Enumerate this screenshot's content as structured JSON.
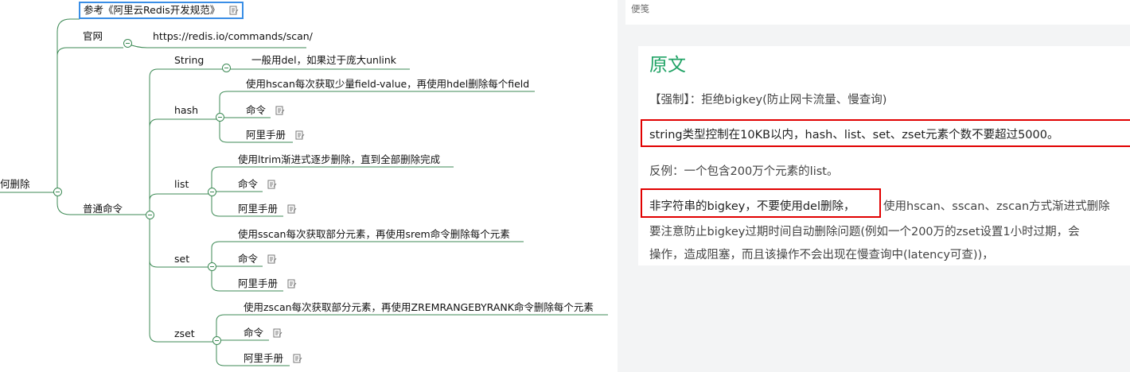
{
  "mindmap": {
    "root_label": "何删除",
    "ref_node": "参考《阿里云Redis开发规范》",
    "official_label": "官网",
    "official_url": "https://redis.io/commands/scan/",
    "common_label": "普通命令",
    "string": {
      "label": "String",
      "child": "一般用del，如果过于庞大unlink"
    },
    "hash": {
      "label": "hash",
      "desc": "使用hscan每次获取少量field-value，再使用hdel删除每个field",
      "cmd": "命令",
      "manual": "阿里手册"
    },
    "list": {
      "label": "list",
      "desc": "使用ltrim渐进式逐步删除，直到全部删除完成",
      "cmd": "命令",
      "manual": "阿里手册"
    },
    "set": {
      "label": "set",
      "desc": "使用sscan每次获取部分元素，再使用srem命令删除每个元素",
      "cmd": "命令",
      "manual": "阿里手册"
    },
    "zset": {
      "label": "zset",
      "desc": "使用zscan每次获取部分元素，再使用ZREMRANGEBYRANK命令删除每个元素",
      "cmd": "命令",
      "manual": "阿里手册"
    }
  },
  "note": {
    "panel_title": "便笺",
    "heading": "原文",
    "p1": "【强制】：拒绝bigkey(防止网卡流量、慢查询)",
    "p2": "string类型控制在10KB以内，hash、list、set、zset元素个数不要超过5000。",
    "p3": "反例：一个包含200万个元素的list。",
    "p4a": "非字符串的bigkey，不要使用del删除，",
    "p4b": "使用hscan、sscan、zscan方式渐进式删除",
    "p5": "要注意防止bigkey过期时间自动删除问题(例如一个200万的zset设置1小时过期，会",
    "p6": "操作，造成阻塞，而且该操作不会出现在慢查询中(latency可查))，"
  },
  "colors": {
    "line": "#3d8a55",
    "heading": "#21a366",
    "highlight_box": "#e10000",
    "selection": "#3a8ee6"
  }
}
